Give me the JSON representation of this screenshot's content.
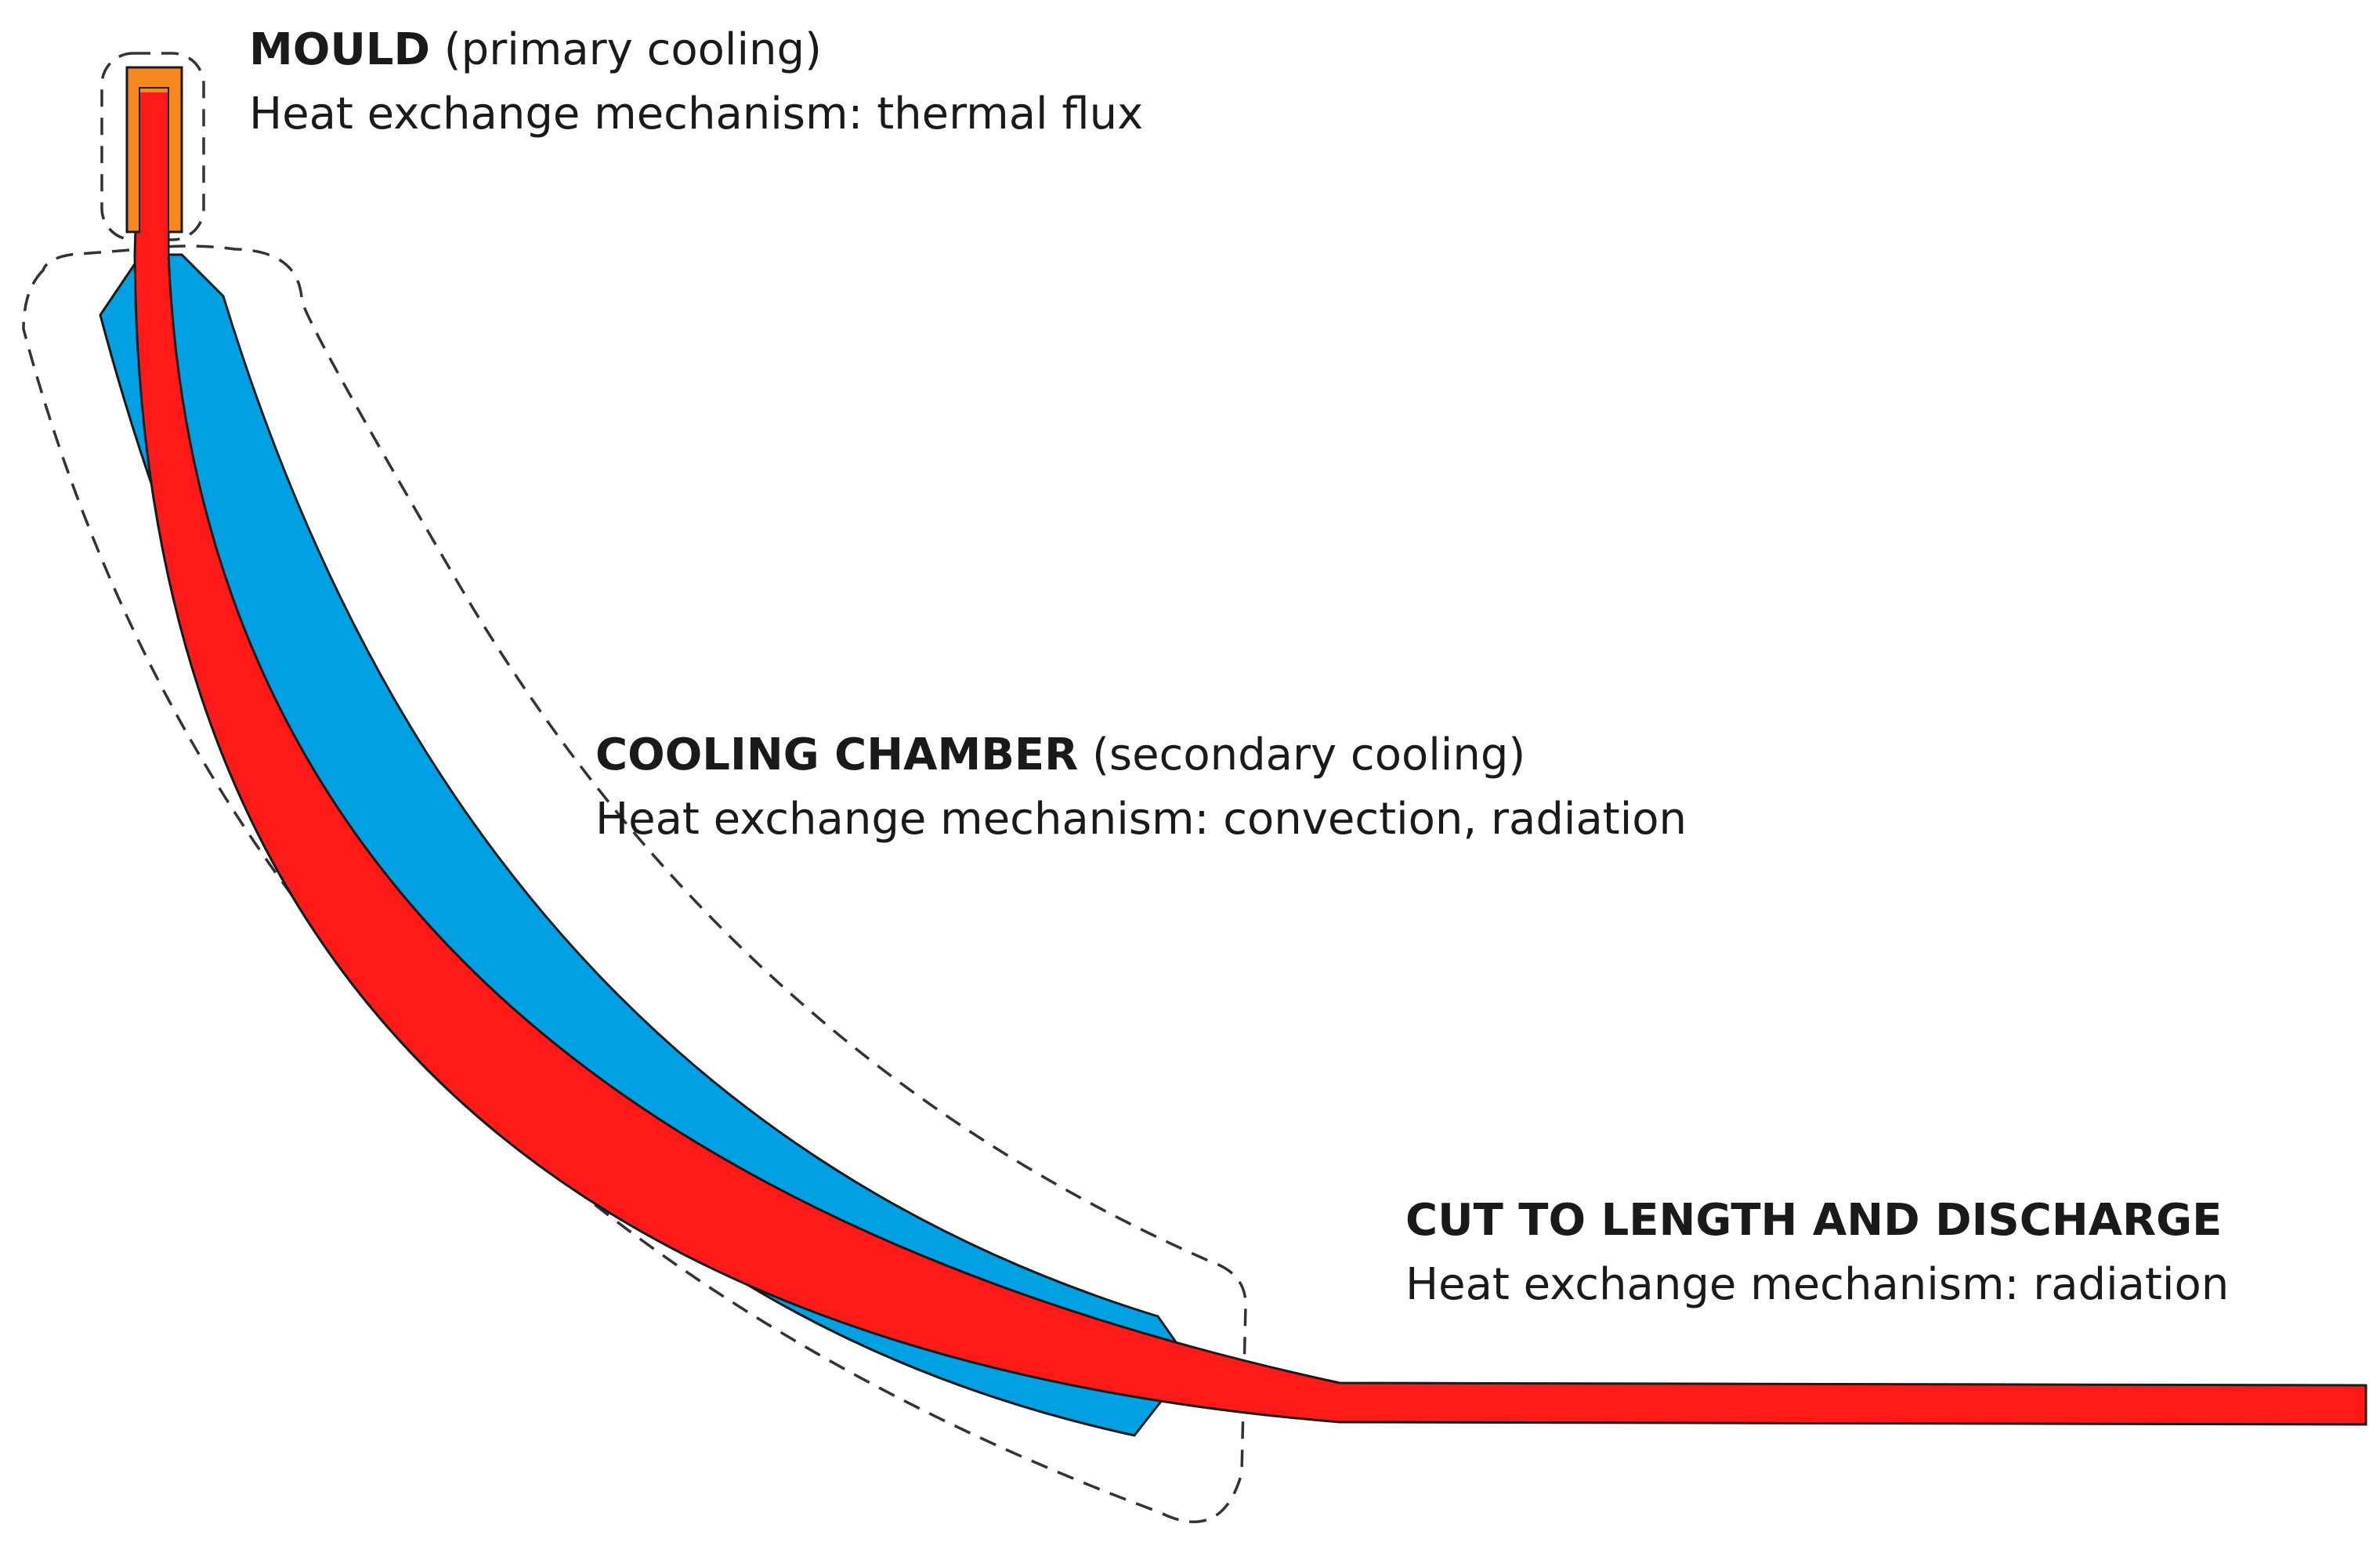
{
  "colors": {
    "strand": "#ff1a1a",
    "mould": "#f5891f",
    "chamber_spray": "#00a0e3",
    "outline": "#1a1a1a",
    "dashed_boundary": "#333333",
    "text": "#1a1a1a"
  },
  "zones": {
    "mould": {
      "title": "MOULD",
      "subtitle": "(primary cooling)",
      "mechanism": "Heat exchange mechanism: thermal flux"
    },
    "chamber": {
      "title": "COOLING CHAMBER",
      "subtitle": "(secondary cooling)",
      "mechanism": "Heat exchange mechanism: convection, radiation"
    },
    "cut": {
      "title": "CUT TO LENGTH AND DISCHARGE",
      "mechanism": "Heat exchange mechanism: radiation"
    }
  }
}
